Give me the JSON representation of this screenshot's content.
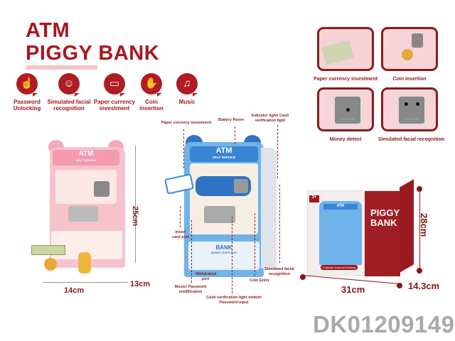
{
  "title": {
    "line1": "ATM",
    "line2": "PIGGY BANK"
  },
  "features": [
    {
      "icon": "finger-touch-icon",
      "glyph": "☝",
      "label": "Password Unlocking"
    },
    {
      "icon": "face-scan-icon",
      "glyph": "☺",
      "label": "Simulated facial recognition"
    },
    {
      "icon": "banknote-icon",
      "glyph": "▭",
      "label": "Paper currency investment"
    },
    {
      "icon": "coin-hand-icon",
      "glyph": "✋",
      "label": "Coin insertion"
    },
    {
      "icon": "music-icon",
      "glyph": "♫",
      "label": "Music"
    }
  ],
  "pink_atm": {
    "screen_title": "ATM",
    "screen_sub": "SELF SERVICE",
    "height": "25cm",
    "width": "14cm",
    "depth": "13cm"
  },
  "blue_atm": {
    "screen_title": "ATM",
    "screen_sub": "SELF SERVICE",
    "bank_label": "BANK",
    "bank_sub": "MONEY SAFE BOX"
  },
  "annotations": {
    "paper": "Paper currency investment",
    "battery": "Battery Room",
    "indicator": "Indicator light/ Cash verification light",
    "card": "Insert card port",
    "withdrawal": "Withdrawal port",
    "music": "Music/ Password modification",
    "cash": "Cash verification light switch/ Password input",
    "coin": "Coin Entry",
    "facial": "Simulated facial recognition"
  },
  "panels": [
    {
      "label": "Paper currency investment"
    },
    {
      "label": "Coin insertion"
    },
    {
      "label": "Money detect",
      "screen_text": "PORTRAIT"
    },
    {
      "label": "Simulated facial recognition",
      "screen_text": "PORTRAIT"
    }
  ],
  "box": {
    "age": "3+",
    "brand": "PIGGY BANK",
    "atm": "ATM",
    "tagline": "Cultivate financial thinking",
    "height": "28cm",
    "width": "31cm",
    "depth": "14.3cm"
  },
  "product_code": "DK01209149"
}
